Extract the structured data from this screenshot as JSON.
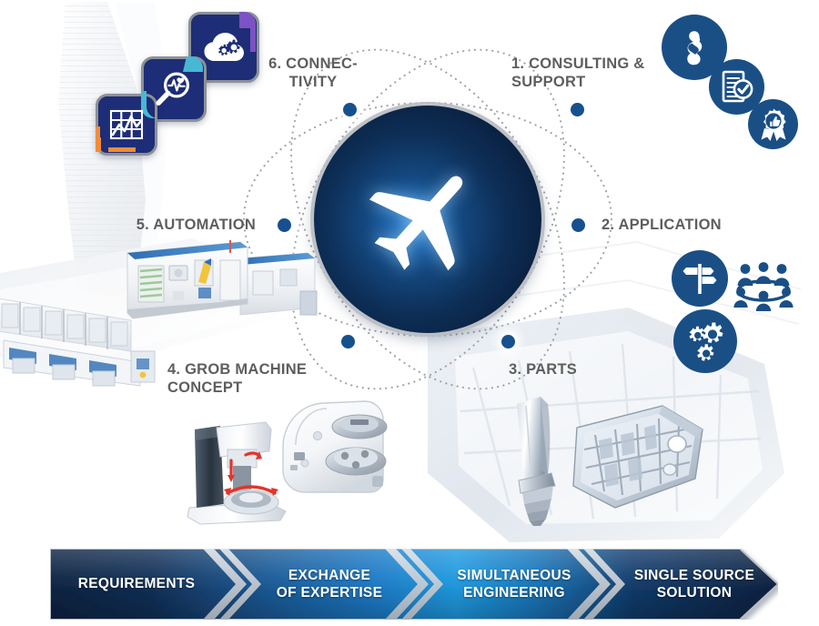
{
  "colors": {
    "core_deep": "#0b1f3a",
    "core_glow": "#2f86d6",
    "icon_blue": "#1a4f86",
    "node_blue": "#17508f",
    "label_gray": "#5e5e5e",
    "tile_navy": "#1e2d77",
    "tile_border": "#8c9197",
    "bar_dark": "#0d2342",
    "bar_mid": "#1b63a8",
    "bar_bright": "#1f9ae0",
    "chevron": "#c9ced4"
  },
  "center": {
    "icon": "airplane-icon",
    "label": "aerospace"
  },
  "wheel": {
    "items": [
      {
        "id": "consulting-support",
        "number": "1.",
        "label": "1. CONSULTING &\nSUPPORT",
        "align": "left",
        "icons": [
          "paragraph-section-icon",
          "checklist-approved-icon",
          "award-ribbon-thumbsup-icon"
        ]
      },
      {
        "id": "application",
        "number": "2.",
        "label": "2. APPLICATION",
        "align": "left",
        "icons": [
          "signpost-icon",
          "meeting-table-people-icon",
          "gears-icon"
        ]
      },
      {
        "id": "parts",
        "number": "3.",
        "label": "3. PARTS",
        "align": "left",
        "icons": [
          "turbine-blade-photo",
          "structural-part-photo"
        ]
      },
      {
        "id": "grob-machine-concept",
        "number": "4.",
        "label": "4. GROB MACHINE\n    CONCEPT",
        "align": "left",
        "icons": [
          "machining-spindle-photo",
          "rotary-table-photo"
        ]
      },
      {
        "id": "automation",
        "number": "5.",
        "label": "5. AUTOMATION",
        "align": "right",
        "icons": [
          "automation-cell-photo",
          "production-line-photo"
        ]
      },
      {
        "id": "connectivity",
        "number": "6.",
        "label": "6. CONNEC-\nTIVITY",
        "align": "center",
        "icons": [
          "chart-analytics-tile",
          "magnifier-pulse-tile",
          "cloud-gears-tile"
        ]
      }
    ]
  },
  "process_bar": {
    "steps": [
      {
        "id": "requirements",
        "label": "REQUIREMENTS"
      },
      {
        "id": "exchange-of-expertise",
        "label": "EXCHANGE\nOF  EXPERTISE"
      },
      {
        "id": "simultaneous-engineering",
        "label": "SIMULTANEOUS\nENGINEERING"
      },
      {
        "id": "single-source-solution",
        "label": "SINGLE SOURCE\nSOLUTION"
      }
    ]
  }
}
